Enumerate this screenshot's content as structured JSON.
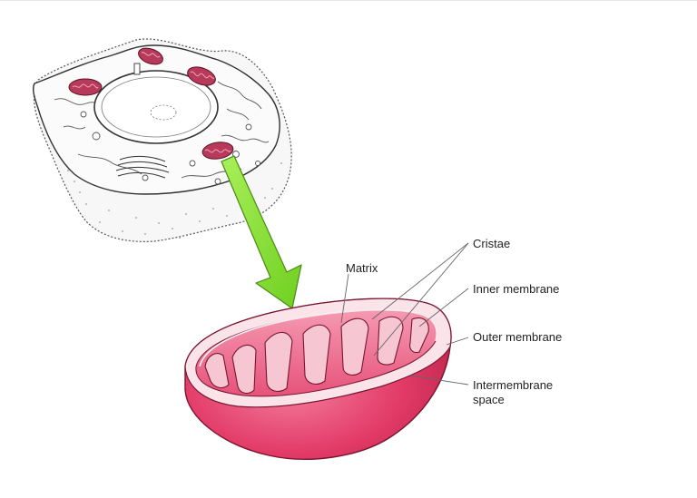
{
  "diagram": {
    "labels": {
      "cristae": "Cristae",
      "matrix": "Matrix",
      "inner_membrane": "Inner membrane",
      "outer_membrane": "Outer membrane",
      "intermembrane_space_line1": "Intermembrane",
      "intermembrane_space_line2": "space"
    },
    "colors": {
      "mitochondrion": "#e23a67",
      "mitochondrion_dark": "#b8244a",
      "mitochondrion_light": "#f27a98",
      "arrow": "#8fe83a",
      "cell_outline": "#333333",
      "background": "#ffffff"
    }
  }
}
